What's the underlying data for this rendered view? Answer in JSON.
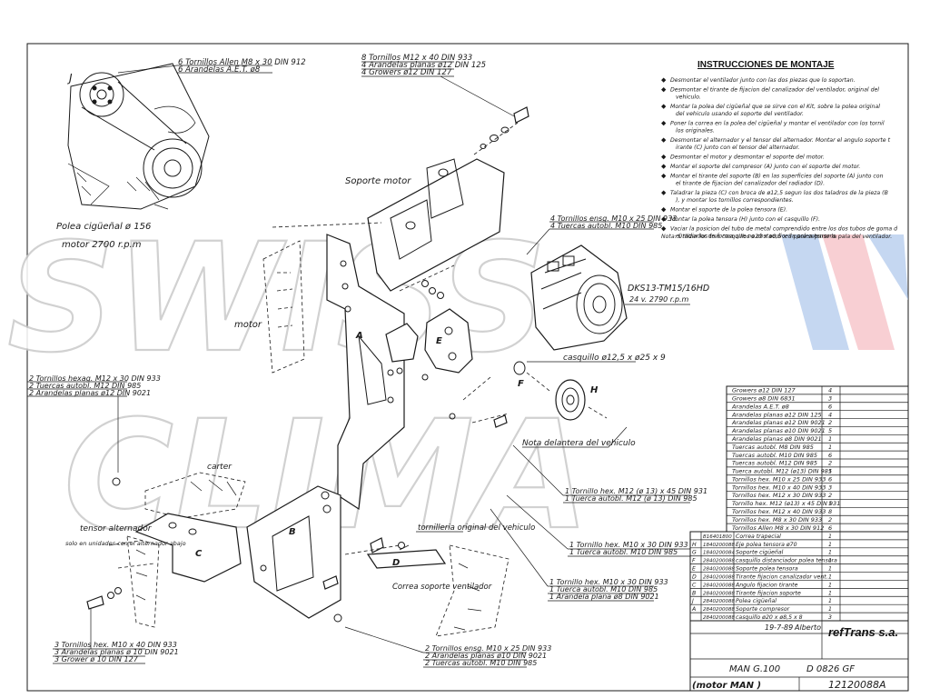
{
  "watermark": {
    "line1": "SWISS",
    "line2": "CLIMA",
    "colors": {
      "outline": "#c9c9c9",
      "pink": "#f4b8be",
      "blue": "#a9c3ea"
    }
  },
  "instructions": {
    "title": "INSTRUCCIONES  DE  MONTAJE",
    "steps": [
      "Desmontar el ventilador junto con las dos piezas que lo soportan.",
      "Desmontar el tirante de fijacion del canalizador del ventilador, original del vehiculo.",
      "Montar la polea del cigüeñal que se sirve con el Kit, sobre la polea original del vehiculo usando el soporte del ventilador.",
      "Poner la correa en la polea del cigüeñal y montar el ventilador con los tornillos originales.",
      "Desmontar el alternador y el tensor del alternador. Montar el angulo soporte tirante (C) junto con el tensor del alternador.",
      "Desmontar el motor y desmontar el soporte del motor.",
      "Montar el soporte del compresor (A) junto con el soporte del motor.",
      "Montar el tirante del soporte (B) en las superficies del soporte (A) junto con el tirante de fijacion del canalizador del radiador (D).",
      "Taladrar la pieza (C) con broca de ø12,5 segun los dos taladros de la pieza (B), y montar los tornillos correspondientes.",
      "Montar el soporte de la polea tensora (E).",
      "Montar la polea tensora (H) junto con el casquillo (F).",
      "Vaciar la posicion del tubo de metal comprendido entre los dos tubos de goma del radiador de forma que no obstaculice la polea tensora."
    ],
    "note": "Nota: Utilizar los tres casquillos ø20 x ø8,5 x 8 para separar la pala del ventilador."
  },
  "labels": {
    "J": "J",
    "polea": "Polea cigüeñal ø 156",
    "motor_rpm": "motor 2700 r.p.m",
    "soporte_motor": "Soporte motor",
    "motor": "motor",
    "A": "A",
    "E": "E",
    "F": "F",
    "H": "H",
    "B": "B",
    "C": "C",
    "D": "D",
    "carter": "carter",
    "tensor": "tensor alternador",
    "tensor_note": "solo en unidades con el alternador abajo",
    "tornilleria": "tornilleria original del vehiculo",
    "correa": "Correa soporte ventilador",
    "nota_del": "Nota delantera del vehiculo",
    "compressor": "DKS13-TM15/16HD",
    "compressor_spec": "24 v. 2790 r.p.m",
    "casquillo": "casquillo ø12,5 x ø25 x 9"
  },
  "callouts": {
    "top_left": [
      "6 Tornillos Allen M8 x 30 DIN 912",
      "6 Arandelas A.E.T. ø8"
    ],
    "top_mid": [
      "8 Tornillos M12 x 40 DIN 933",
      "4 Arandelas planas ø12 DIN 125",
      "4 Growers ø12 DIN 127"
    ],
    "tornillo_ensg": [
      "4 Tornillos ensg. M10 x 25 DIN 933",
      "4 Tuercas autobl. M10 DIN 985"
    ],
    "left_mid": [
      "2 Tornillos hexag. M12 x 30 DIN 933",
      "2 Tuercas autobl. M12 DIN 985",
      "2 Arandelas planas ø12 DIN 9021"
    ],
    "mid_1": [
      "1 Tornillo hex. M12 (ø 13) x 45 DIN 931",
      "1 Tuerca autobl. M12 (ø 13) DIN 985"
    ],
    "mid_2": [
      "1 Tornillo hex. M10 x 30 DIN 933",
      "1 Tuerca autobl. M10 DIN 985"
    ],
    "mid_3": [
      "1 Tornillo hex. M10 x 30 DIN 933",
      "1 Tuerca autobl. M10 DIN 985",
      "1 Arandela plana ø8 DIN 9021"
    ],
    "bottom_left": [
      "3 Tornillos hex. M10 x 40 DIN 933",
      "3 Arandelas planas ø 10 DIN 9021",
      "3 Grower ø 10 DIN 127"
    ],
    "bottom_mid": [
      "2 Tornillos ensg. M10 x 25 DIN 933",
      "2 Arandelas planas ø10 DIN 9021",
      "2 Tuercas autobl. M10 DIN 985"
    ]
  },
  "parts_table": {
    "hardware": [
      {
        "desc": "Growers ø12 DIN 127",
        "qty": "4"
      },
      {
        "desc": "Growers ø8 DIN 6831",
        "qty": "3"
      },
      {
        "desc": "Arandelas A.E.T. ø8",
        "qty": "6"
      },
      {
        "desc": "Arandelas planas ø12 DIN 125",
        "qty": "4"
      },
      {
        "desc": "Arandelas planas ø12 DIN 9021",
        "qty": "2"
      },
      {
        "desc": "Arandelas planas ø10 DIN 9021",
        "qty": "5"
      },
      {
        "desc": "Arandelas planas ø8 DIN 9021",
        "qty": "1"
      },
      {
        "desc": "Tuercas autobl. M8 DIN 985",
        "qty": "1"
      },
      {
        "desc": "Tuercas autobl. M10 DIN 985",
        "qty": "6"
      },
      {
        "desc": "Tuercas autobl. M12 DIN 985",
        "qty": "2"
      },
      {
        "desc": "Tuerca autobl. M12 (ø13) DIN 985",
        "qty": "1"
      },
      {
        "desc": "Tornillos hex. M10 x 25 DIN 933",
        "qty": "6"
      },
      {
        "desc": "Tornillos hex. M10 x 40 DIN 933",
        "qty": "3"
      },
      {
        "desc": "Tornillos hex. M12 x 30 DIN 933",
        "qty": "2"
      },
      {
        "desc": "Tornillo hex. M12 (ø13) x 45 DIN 931",
        "qty": "1"
      },
      {
        "desc": "Tornillos hex. M12 x 40 DIN 933",
        "qty": "8"
      },
      {
        "desc": "Tornillos hex. M8 x 30 DIN 933",
        "qty": "2"
      },
      {
        "desc": "Tornillos Allen M8 x 30 DIN 912",
        "qty": "6"
      }
    ],
    "pieces": [
      {
        "ref": "",
        "code": "B16401800",
        "desc": "Correa trapecial",
        "qty": "1"
      },
      {
        "ref": "H",
        "code": "1840200088",
        "desc": "Eje polea tensora ø70",
        "qty": "1"
      },
      {
        "ref": "G",
        "code": "1840200084",
        "desc": "Soporte cigüeñal",
        "qty": "1"
      },
      {
        "ref": "F",
        "code": "2840200088",
        "desc": "casquillo distanciador polea tensora",
        "qty": "1"
      },
      {
        "ref": "E",
        "code": "2840200088",
        "desc": "Soporte polea tensora",
        "qty": "1"
      },
      {
        "ref": "D",
        "code": "2840200088",
        "desc": "Tirante fijacion canalizador vent.",
        "qty": "1"
      },
      {
        "ref": "C",
        "code": "2840200088",
        "desc": "Angulo fijacion tirante",
        "qty": "1"
      },
      {
        "ref": "B",
        "code": "2840200088",
        "desc": "Tirante fijacion soporte",
        "qty": "1"
      },
      {
        "ref": "J",
        "code": "2840200088",
        "desc": "Polea cigüeñal",
        "qty": "1"
      },
      {
        "ref": "A",
        "code": "2840200088",
        "desc": "Soporte compresor",
        "qty": "1"
      },
      {
        "ref": "",
        "code": "2840200088",
        "desc": "casquillo ø20 x ø8,5 x 8",
        "qty": "3"
      }
    ]
  },
  "title_block": {
    "fecha": "19-7-89",
    "dibujado": "Alberto",
    "brand": "refTrans s.a.",
    "vehicle": "MAN G.100",
    "model": "D 0826 GF",
    "motor": "(motor MAN )",
    "number": "12120088A"
  }
}
